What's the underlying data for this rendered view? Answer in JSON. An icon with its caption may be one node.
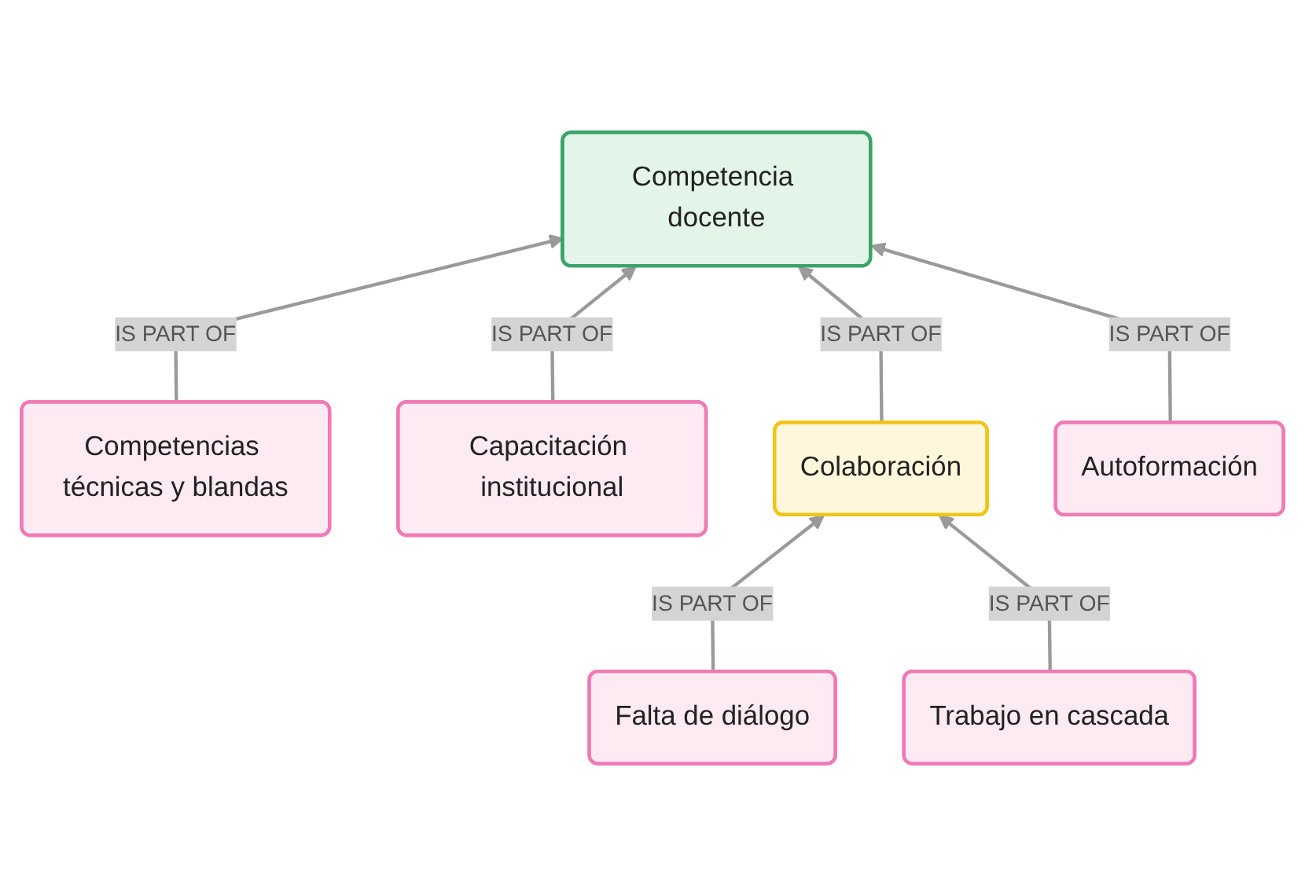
{
  "diagram": {
    "nodes": [
      {
        "text": [
          "Competencias técnicas y blandas"
        ]
      },
      {
        "text": [
          "Competencia docente"
        ]
      },
      {
        "text": [
          "Capacitación institucional"
        ]
      },
      {
        "text": [
          "Colaboración"
        ]
      },
      {
        "text": [
          "Autoformación"
        ]
      },
      {
        "text": [
          "Falta de diálogo"
        ]
      },
      {
        "text": [
          "Trabajo en cascada"
        ]
      }
    ],
    "edges": [
      {
        "from": 0,
        "to": 1,
        "arrow": "to",
        "label": "IS PART OF"
      },
      {
        "from": 2,
        "to": 1,
        "arrow": "to",
        "label": "IS PART OF"
      },
      {
        "from": 3,
        "to": 1,
        "arrow": "to",
        "label": "IS PART OF"
      },
      {
        "from": 4,
        "to": 1,
        "arrow": "to",
        "label": "IS PART OF"
      },
      {
        "from": 5,
        "to": 3,
        "arrow": "to",
        "label": "IS PART OF"
      },
      {
        "from": 6,
        "to": 3,
        "arrow": "to",
        "label": "IS PART OF"
      }
    ]
  }
}
